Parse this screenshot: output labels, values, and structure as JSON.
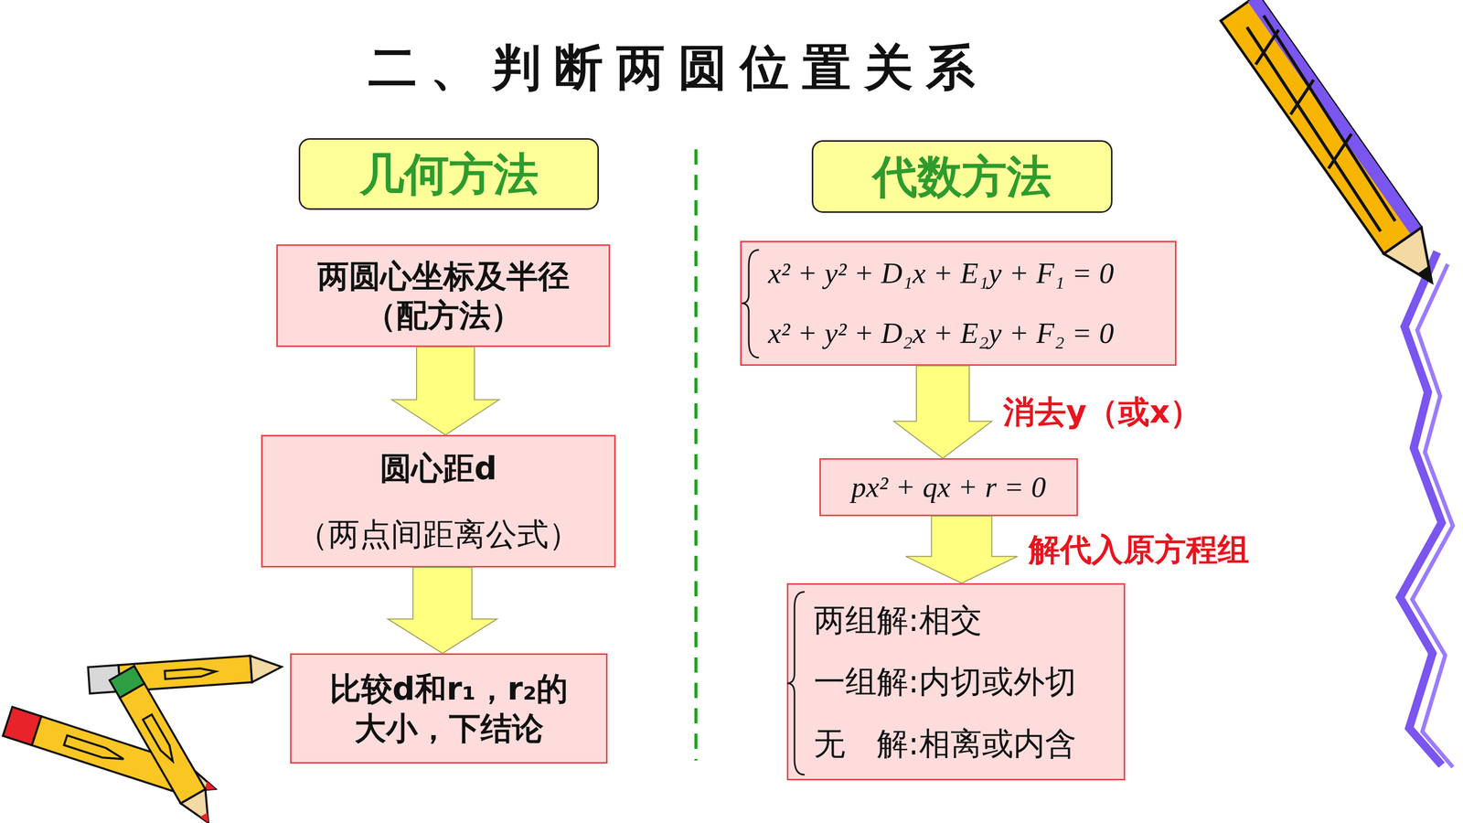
{
  "diagram": {
    "title": "二、判断两圆位置关系",
    "nodes": [
      {
        "text": [
          "几何方法"
        ]
      },
      {
        "text": [
          "两圆心坐标及半径",
          "（配方法）"
        ]
      },
      {
        "text": [
          "圆心距d",
          "（两点间距离公式）"
        ]
      },
      {
        "text": [
          "比较d和r₁，r₂的 大小，下结论"
        ]
      },
      {
        "text": [
          "代数方法"
        ]
      },
      {
        "text": [
          "x² + y² + D₁x + E₁y + F₁ = 0",
          "x² + y² + D₂x + E₂y + F₂ = 0"
        ]
      },
      {
        "text": [
          "px² + qx + r = 0"
        ]
      },
      {
        "text": [
          "两组解:相交",
          "一组解:内切或外切",
          "无　解:相离或内含"
        ]
      }
    ],
    "edges": [
      {
        "from": 1,
        "to": 2,
        "arrow": "to"
      },
      {
        "from": 2,
        "to": 3,
        "arrow": "to"
      },
      {
        "from": 5,
        "to": 6,
        "arrow": "to",
        "label": "消去y（或x）"
      },
      {
        "from": 6,
        "to": 7,
        "arrow": "to",
        "label": "解代入原方程组"
      }
    ]
  }
}
